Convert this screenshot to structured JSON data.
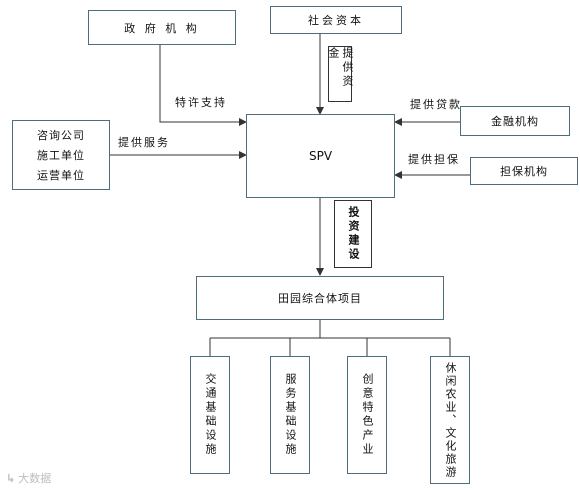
{
  "nodes": {
    "government": "政 府 机 构",
    "social_capital": "社会资本",
    "consulting": [
      "咨询公司",
      "施工单位",
      "运营单位"
    ],
    "spv": "SPV",
    "finance": "金融机构",
    "guarantee": "担保机构",
    "project": "田园综合体项目",
    "sub_projects": [
      "交通基础设施",
      "服务基础设施",
      "创意特色产业",
      "休闲农业、文化旅游"
    ]
  },
  "edges": {
    "policy_support": "特许支持",
    "provide_funds": "提供资金",
    "provide_service": "提供服务",
    "provide_loans": "提供贷款",
    "provide_guarantee": "提供担保",
    "invest_build": "投资建设"
  },
  "watermark": "大数据"
}
